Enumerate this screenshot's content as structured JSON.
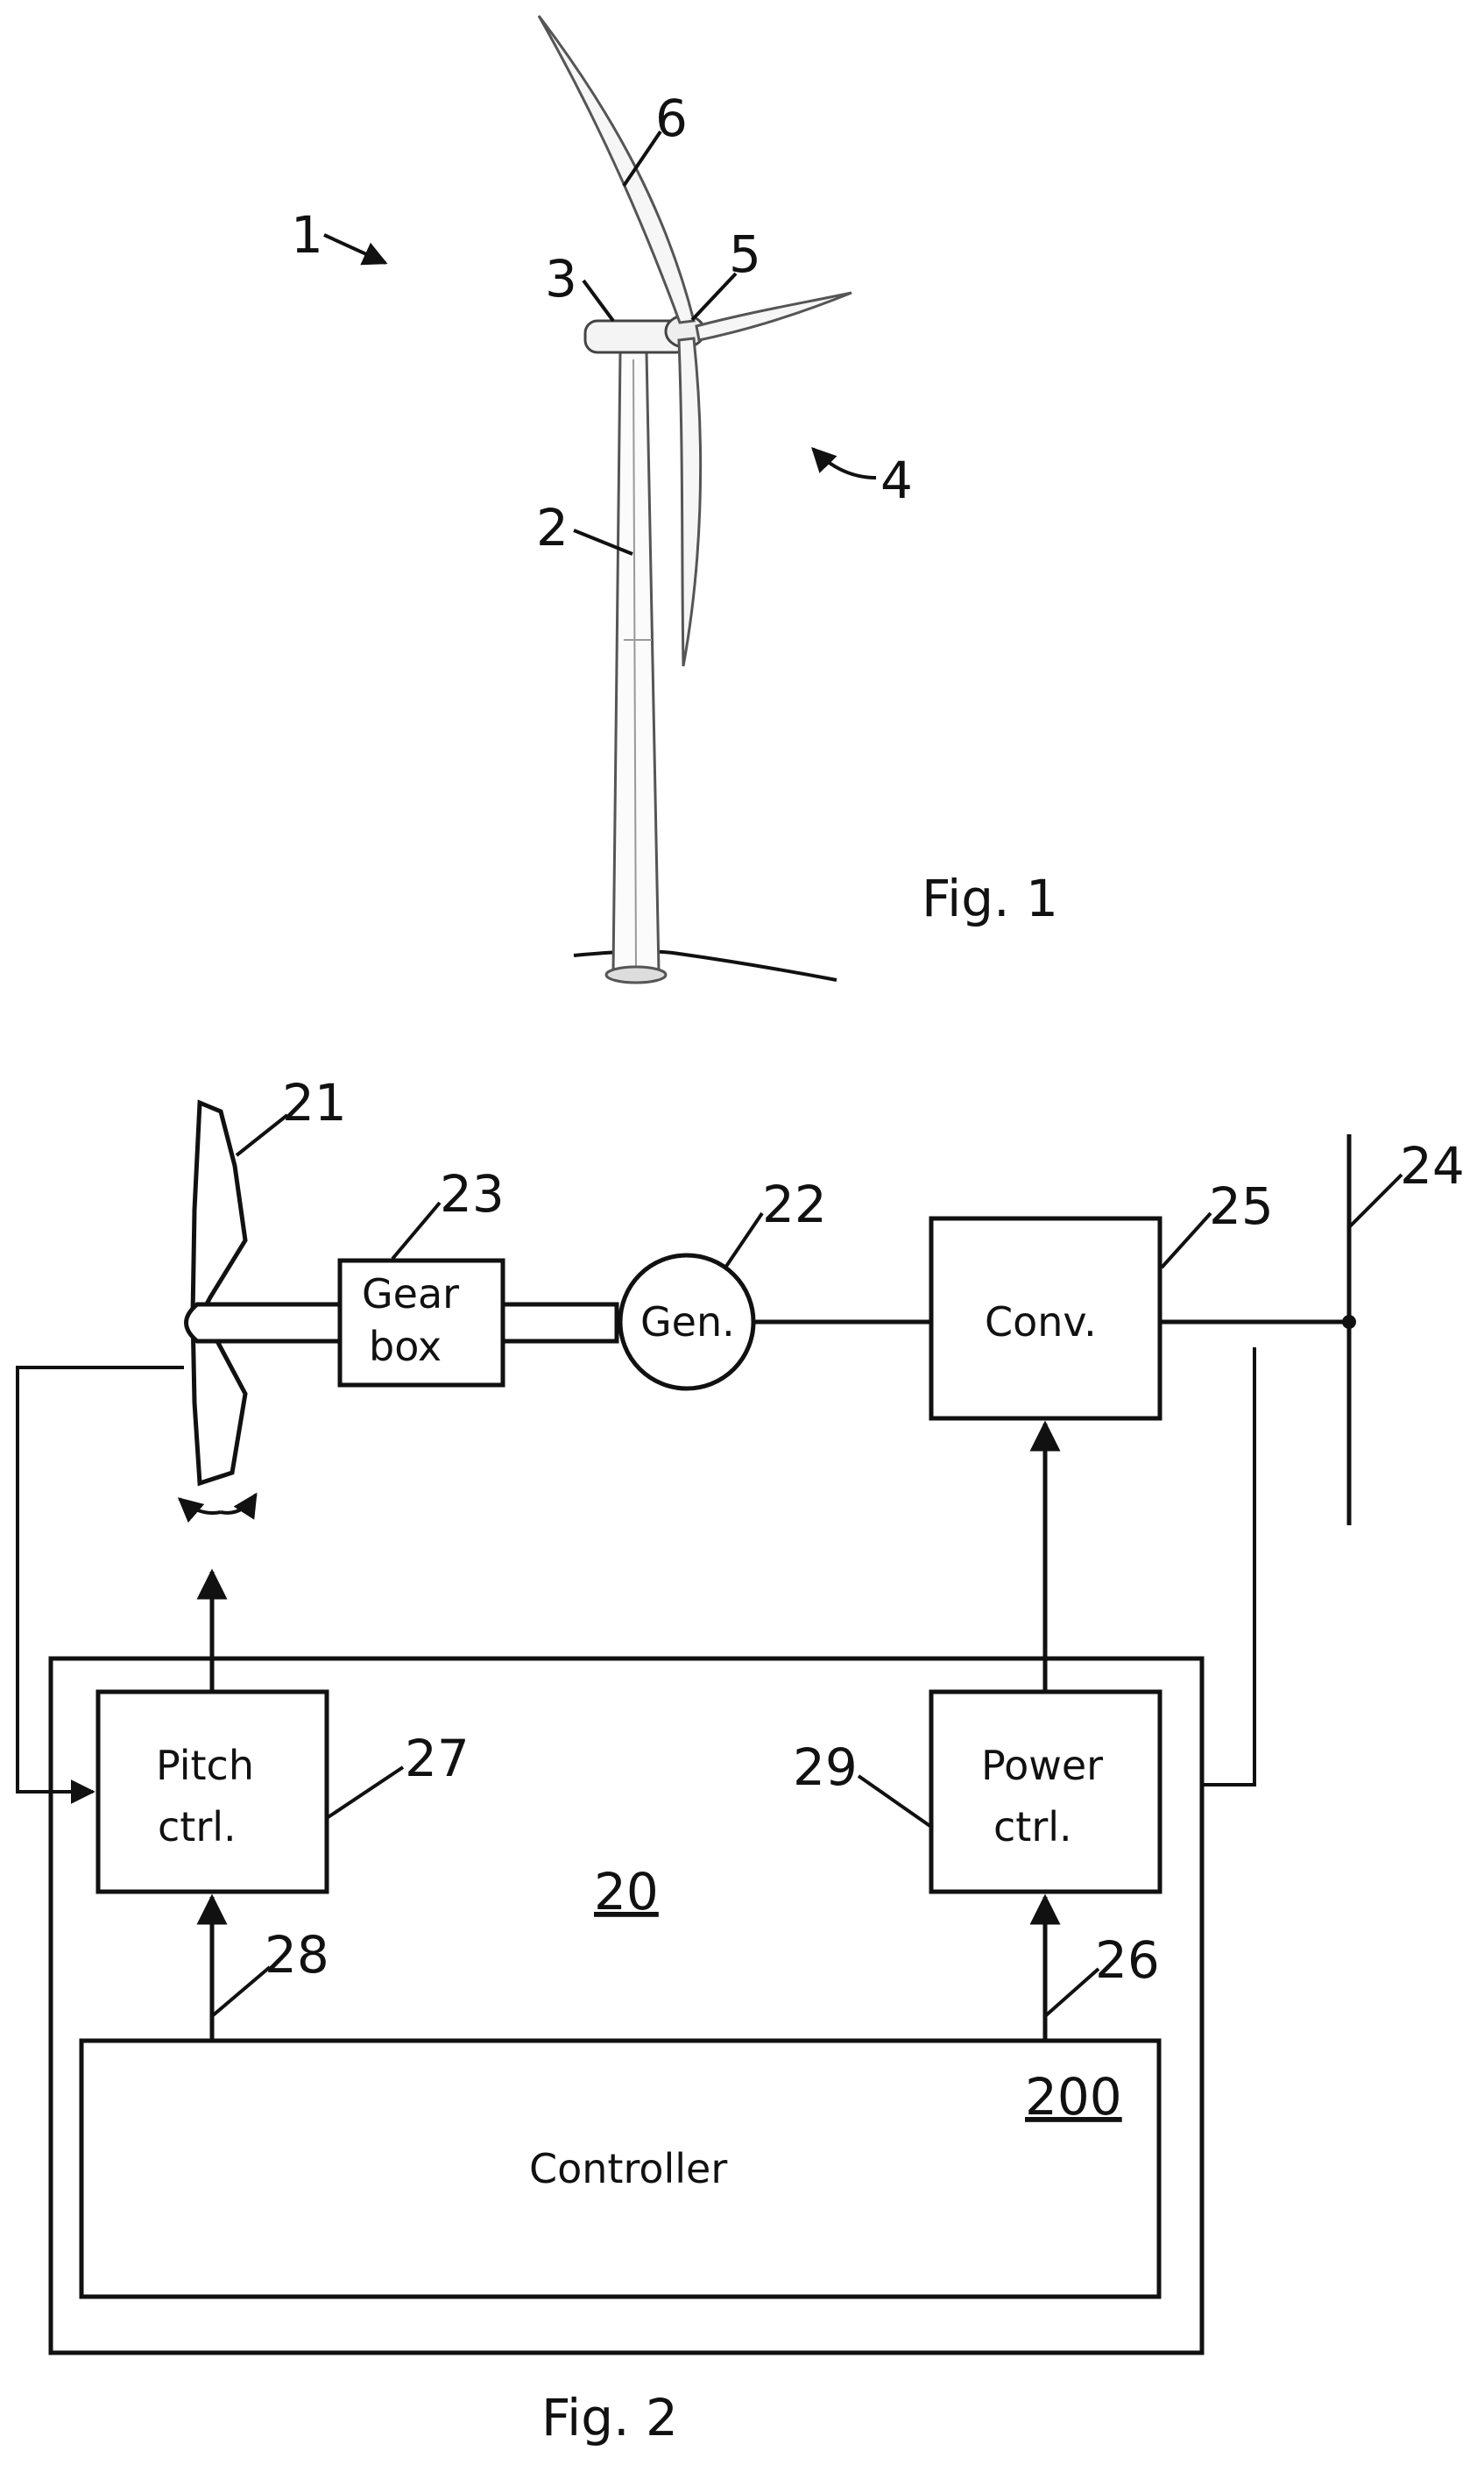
{
  "fig1": {
    "caption": "Fig. 1",
    "labels": {
      "turbine": "1",
      "tower": "2",
      "nacelle": "3",
      "rotor": "4",
      "hub": "5",
      "blade": "6"
    }
  },
  "fig2": {
    "caption": "Fig. 2",
    "labels": {
      "control_system": "20",
      "blade": "21",
      "generator": "22",
      "gearbox": "23",
      "grid": "24",
      "converter": "25",
      "power_reference": "26",
      "pitch_controller": "27",
      "pitch_reference": "28",
      "power_controller": "29",
      "controller": "200"
    },
    "boxes": {
      "gearbox_line1": "Gear",
      "gearbox_line2": "box",
      "generator": "Gen.",
      "converter": "Conv.",
      "pitch_line1": "Pitch",
      "pitch_line2": "ctrl.",
      "power_line1": "Power",
      "power_line2": "ctrl.",
      "controller": "Controller"
    }
  }
}
